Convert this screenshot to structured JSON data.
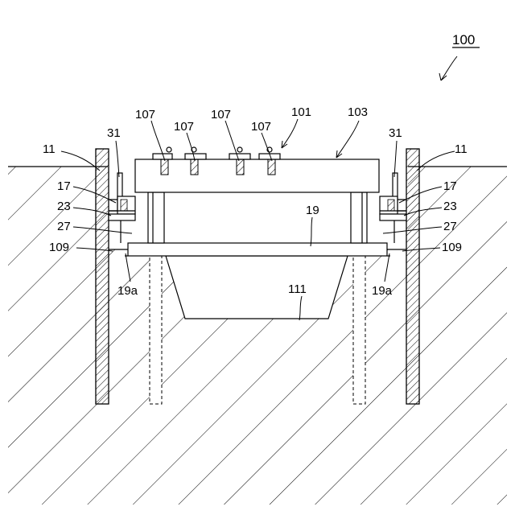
{
  "figure": {
    "labels": {
      "assembly": "100",
      "unit": "101",
      "frame": "103",
      "fastener_1": "107",
      "fastener_2": "107",
      "fastener_3": "107",
      "fastener_4": "107",
      "sidewall_left": "11",
      "sidewall_right": "11",
      "bracket_left": "31",
      "bracket_right": "31",
      "clip_left": "17",
      "clip_right": "17",
      "plate_left": "23",
      "plate_right": "23",
      "post_left": "27",
      "post_right": "27",
      "ledge_left": "109",
      "ledge_right": "109",
      "beam": "19",
      "beam_end_left": "19a",
      "beam_end_right": "19a",
      "basin": "111"
    },
    "colors": {
      "line": "#000000",
      "background": "#ffffff"
    }
  }
}
